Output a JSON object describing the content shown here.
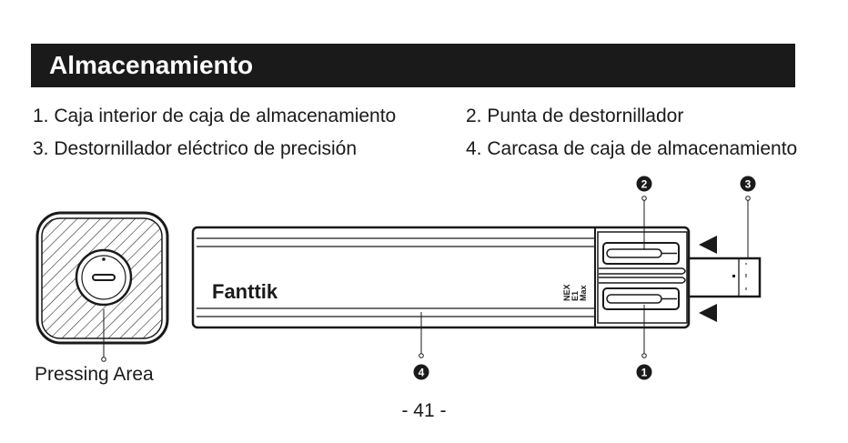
{
  "header": {
    "title": "Almacenamiento"
  },
  "items": [
    {
      "label": "1. Caja interior de caja de almacenamiento"
    },
    {
      "label": "2. Punta de destornillador"
    },
    {
      "label": "3. Destornillador eléctrico de precisión"
    },
    {
      "label": "4. Carcasa de caja de almacenamiento"
    }
  ],
  "illustration": {
    "pressing_area_label": "Pressing Area",
    "brand": "Fanttik",
    "model_line1": "NEX",
    "model_line2": "E1",
    "model_line3": "Max",
    "callouts": {
      "one": "1",
      "two": "2",
      "three": "3",
      "four": "4"
    }
  },
  "footer": {
    "page_number": "- 41 -"
  },
  "colors": {
    "bar": "#1a1a1a",
    "text": "#1a1a1a",
    "background": "#ffffff"
  }
}
